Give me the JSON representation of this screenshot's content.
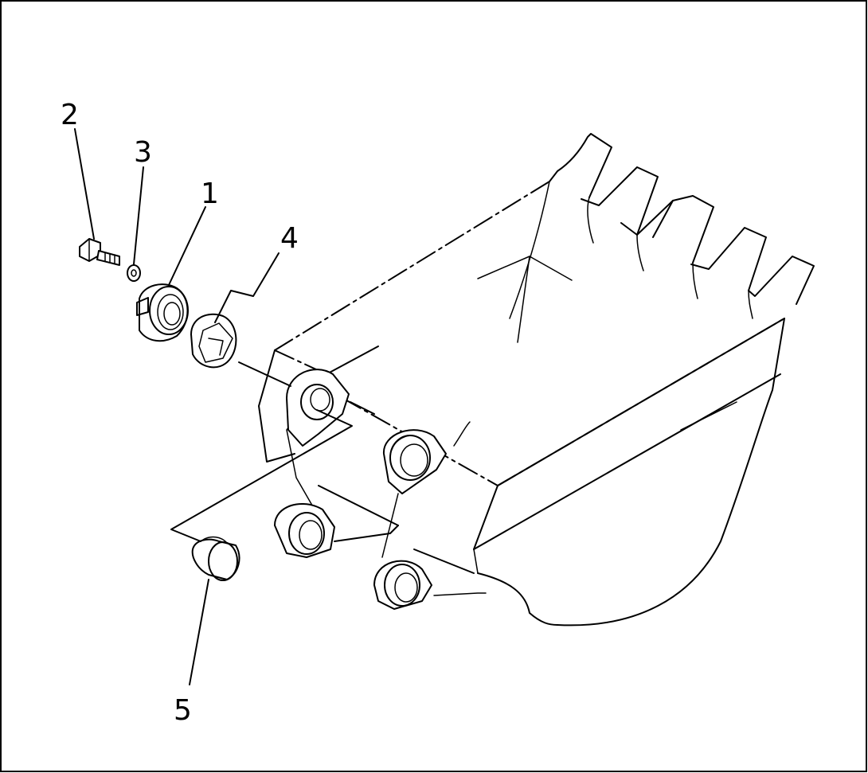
{
  "callouts": {
    "c1": "1",
    "c2": "2",
    "c3": "3",
    "c4": "4",
    "c5": "5"
  },
  "parts": [
    {
      "no": "1",
      "icon": "cap-ring-icon"
    },
    {
      "no": "2",
      "icon": "bolt-icon"
    },
    {
      "no": "3",
      "icon": "washer-icon"
    },
    {
      "no": "4",
      "icon": "shim-icon"
    },
    {
      "no": "5",
      "icon": "bushing-icon"
    }
  ],
  "colors": {
    "line": "#000000",
    "background": "#ffffff"
  }
}
